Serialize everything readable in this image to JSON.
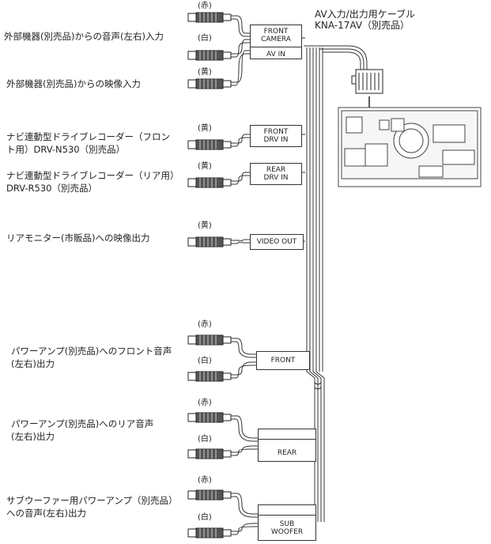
{
  "cable": {
    "title_line1": "AV入力/出力用ケーブル",
    "title_line2": "KNA-17AV（別売品）"
  },
  "labels": {
    "ext_audio": "外部機器(別売品)からの音声(左右)入力",
    "ext_video": "外部機器(別売品)からの映像入力",
    "drv_front_1": "ナビ連動型ドライブレコーダー（フロン",
    "drv_front_2": "ト用）DRV-N530（別売品）",
    "drv_rear_1": "ナビ連動型ドライブレコーダー（リア用）",
    "drv_rear_2": "DRV-R530（別売品）",
    "rear_monitor": "リアモニター(市販品)への映像出力",
    "amp_front_1": "パワーアンプ(別売品)へのフロント音声",
    "amp_front_2": "(左右)出力",
    "amp_rear_1": "パワーアンプ(別売品)へのリア音声",
    "amp_rear_2": "(左右)出力",
    "sub_1": "サブウーファー用パワーアンプ（別売品）",
    "sub_2": "への音声(左右)出力"
  },
  "colors": {
    "red": "(赤)",
    "white": "(白)",
    "yellow": "(黄)"
  },
  "boxes": {
    "front_camera_1": "FRONT",
    "front_camera_2": "CAMERA",
    "av_in": "AV IN",
    "front_drv_1": "FRONT",
    "front_drv_2": "DRV IN",
    "rear_drv_1": "REAR",
    "rear_drv_2": "DRV IN",
    "video_out": "VIDEO OUT",
    "front": "FRONT",
    "rear": "REAR",
    "sub_1": "SUB",
    "sub_2": "WOOFER"
  }
}
